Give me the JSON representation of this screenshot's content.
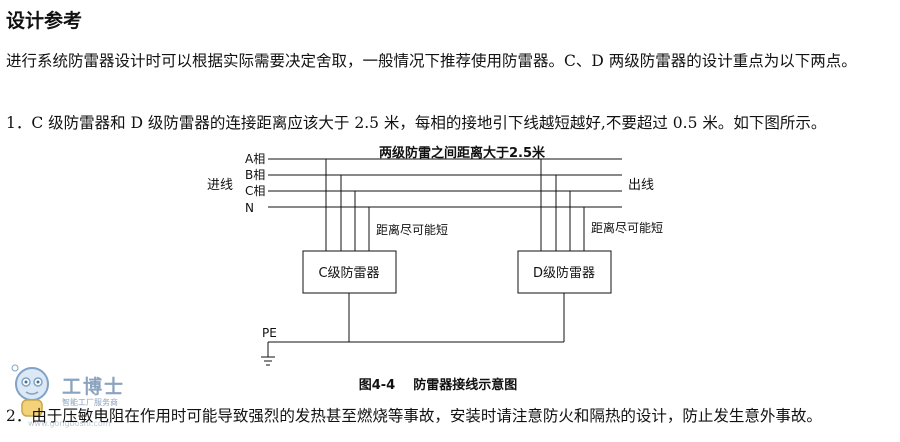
{
  "heading": "设计参考",
  "paragraphs": {
    "p1": "进行系统防雷器设计时可以根据实际需要决定舍取，一般情况下推荐使用防雷器。C、D 两级防雷器的设计重点为以下两点。",
    "p2": "1．C 级防雷器和 D 级防雷器的连接距离应该大于 2.5 米，每相的接地引下线越短越好,不要超过 0.5 米。如下图所示。",
    "p3": "2．由于压敏电阻在作用时可能导致强烈的发热甚至燃烧等事故，安装时请注意防火和隔热的设计，防止发生意外事故。"
  },
  "diagram": {
    "title": "两级防雷之间距离大于2.5米",
    "phases": [
      "A相",
      "B相",
      "C相",
      "N"
    ],
    "input_label": "进线",
    "output_label": "出线",
    "distance_label_left": "距离尽可能短",
    "distance_label_right": "距离尽可能短",
    "box_c": "C级防雷器",
    "box_d": "D级防雷器",
    "ground_label": "PE",
    "caption": "图4-4    防雷器接线示意图"
  },
  "watermark": {
    "brand": "工博士",
    "sub": "智能工厂服务商",
    "url": "www.gongboshi.com"
  }
}
